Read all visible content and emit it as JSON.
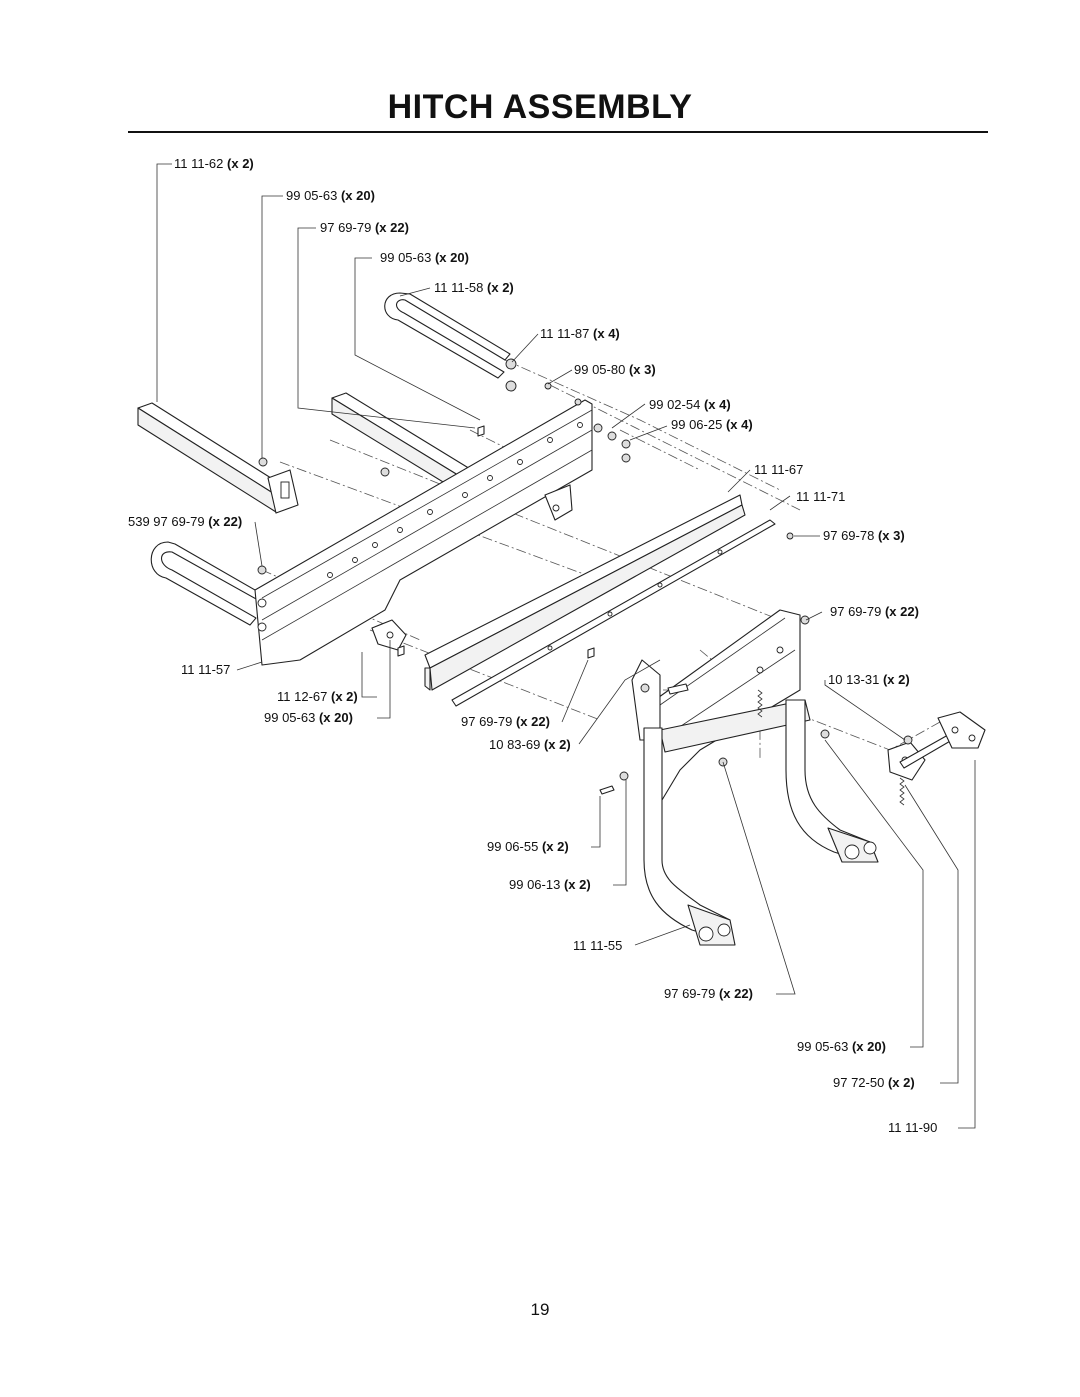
{
  "title": "HITCH ASSEMBLY",
  "page_number": "19",
  "callouts": [
    {
      "id": "c1",
      "part": "11 11-62",
      "qty": "(x 2)"
    },
    {
      "id": "c2",
      "part": "99 05-63",
      "qty": "(x 20)"
    },
    {
      "id": "c3",
      "part": "97 69-79",
      "qty": "(x 22)"
    },
    {
      "id": "c4",
      "part": "99 05-63",
      "qty": "(x 20)"
    },
    {
      "id": "c5",
      "part": "11 11-58",
      "qty": "(x 2)"
    },
    {
      "id": "c6",
      "part": "11 11-87",
      "qty": "(x 4)"
    },
    {
      "id": "c7",
      "part": "99 05-80",
      "qty": "(x 3)"
    },
    {
      "id": "c8",
      "part": "99 02-54",
      "qty": "(x 4)"
    },
    {
      "id": "c9",
      "part": "99 06-25",
      "qty": "(x 4)"
    },
    {
      "id": "c10",
      "part": "11 11-67",
      "qty": ""
    },
    {
      "id": "c11",
      "part": "11 11-71",
      "qty": ""
    },
    {
      "id": "c12",
      "part": "539 97 69-79",
      "qty": "(x 22)"
    },
    {
      "id": "c13",
      "part": "97 69-78",
      "qty": "(x 3)"
    },
    {
      "id": "c14",
      "part": "97 69-79",
      "qty": "(x 22)"
    },
    {
      "id": "c15",
      "part": "11 11-57",
      "qty": ""
    },
    {
      "id": "c16",
      "part": "10 13-31",
      "qty": "(x 2)"
    },
    {
      "id": "c17",
      "part": "11 12-67",
      "qty": "(x 2)"
    },
    {
      "id": "c18",
      "part": "99 05-63",
      "qty": "(x 20)"
    },
    {
      "id": "c19",
      "part": "97 69-79",
      "qty": "(x 22)"
    },
    {
      "id": "c20",
      "part": "10 83-69",
      "qty": "(x 2)"
    },
    {
      "id": "c21",
      "part": "99 06-55",
      "qty": "(x 2)"
    },
    {
      "id": "c22",
      "part": "99 06-13",
      "qty": "(x 2)"
    },
    {
      "id": "c23",
      "part": "11 11-55",
      "qty": ""
    },
    {
      "id": "c24",
      "part": "97 69-79",
      "qty": "(x 22)"
    },
    {
      "id": "c25",
      "part": "99 05-63",
      "qty": "(x 20)"
    },
    {
      "id": "c26",
      "part": "97 72-50",
      "qty": "(x 2)"
    },
    {
      "id": "c27",
      "part": "11 11-90",
      "qty": ""
    }
  ]
}
